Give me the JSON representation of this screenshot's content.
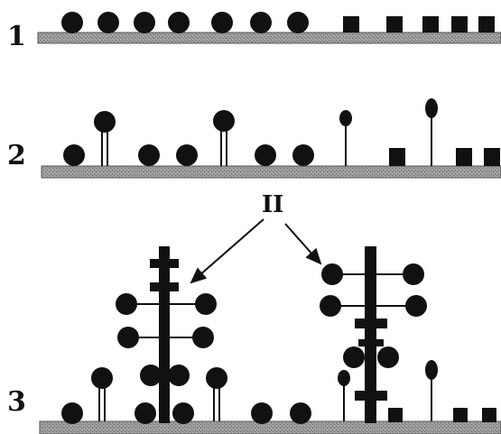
{
  "rows": [
    {
      "label": "1"
    },
    {
      "label": "2"
    },
    {
      "label": "3"
    }
  ],
  "callout": {
    "label": "II"
  },
  "colors": {
    "ink": "#111111",
    "substrate": "#8f8f8f"
  }
}
